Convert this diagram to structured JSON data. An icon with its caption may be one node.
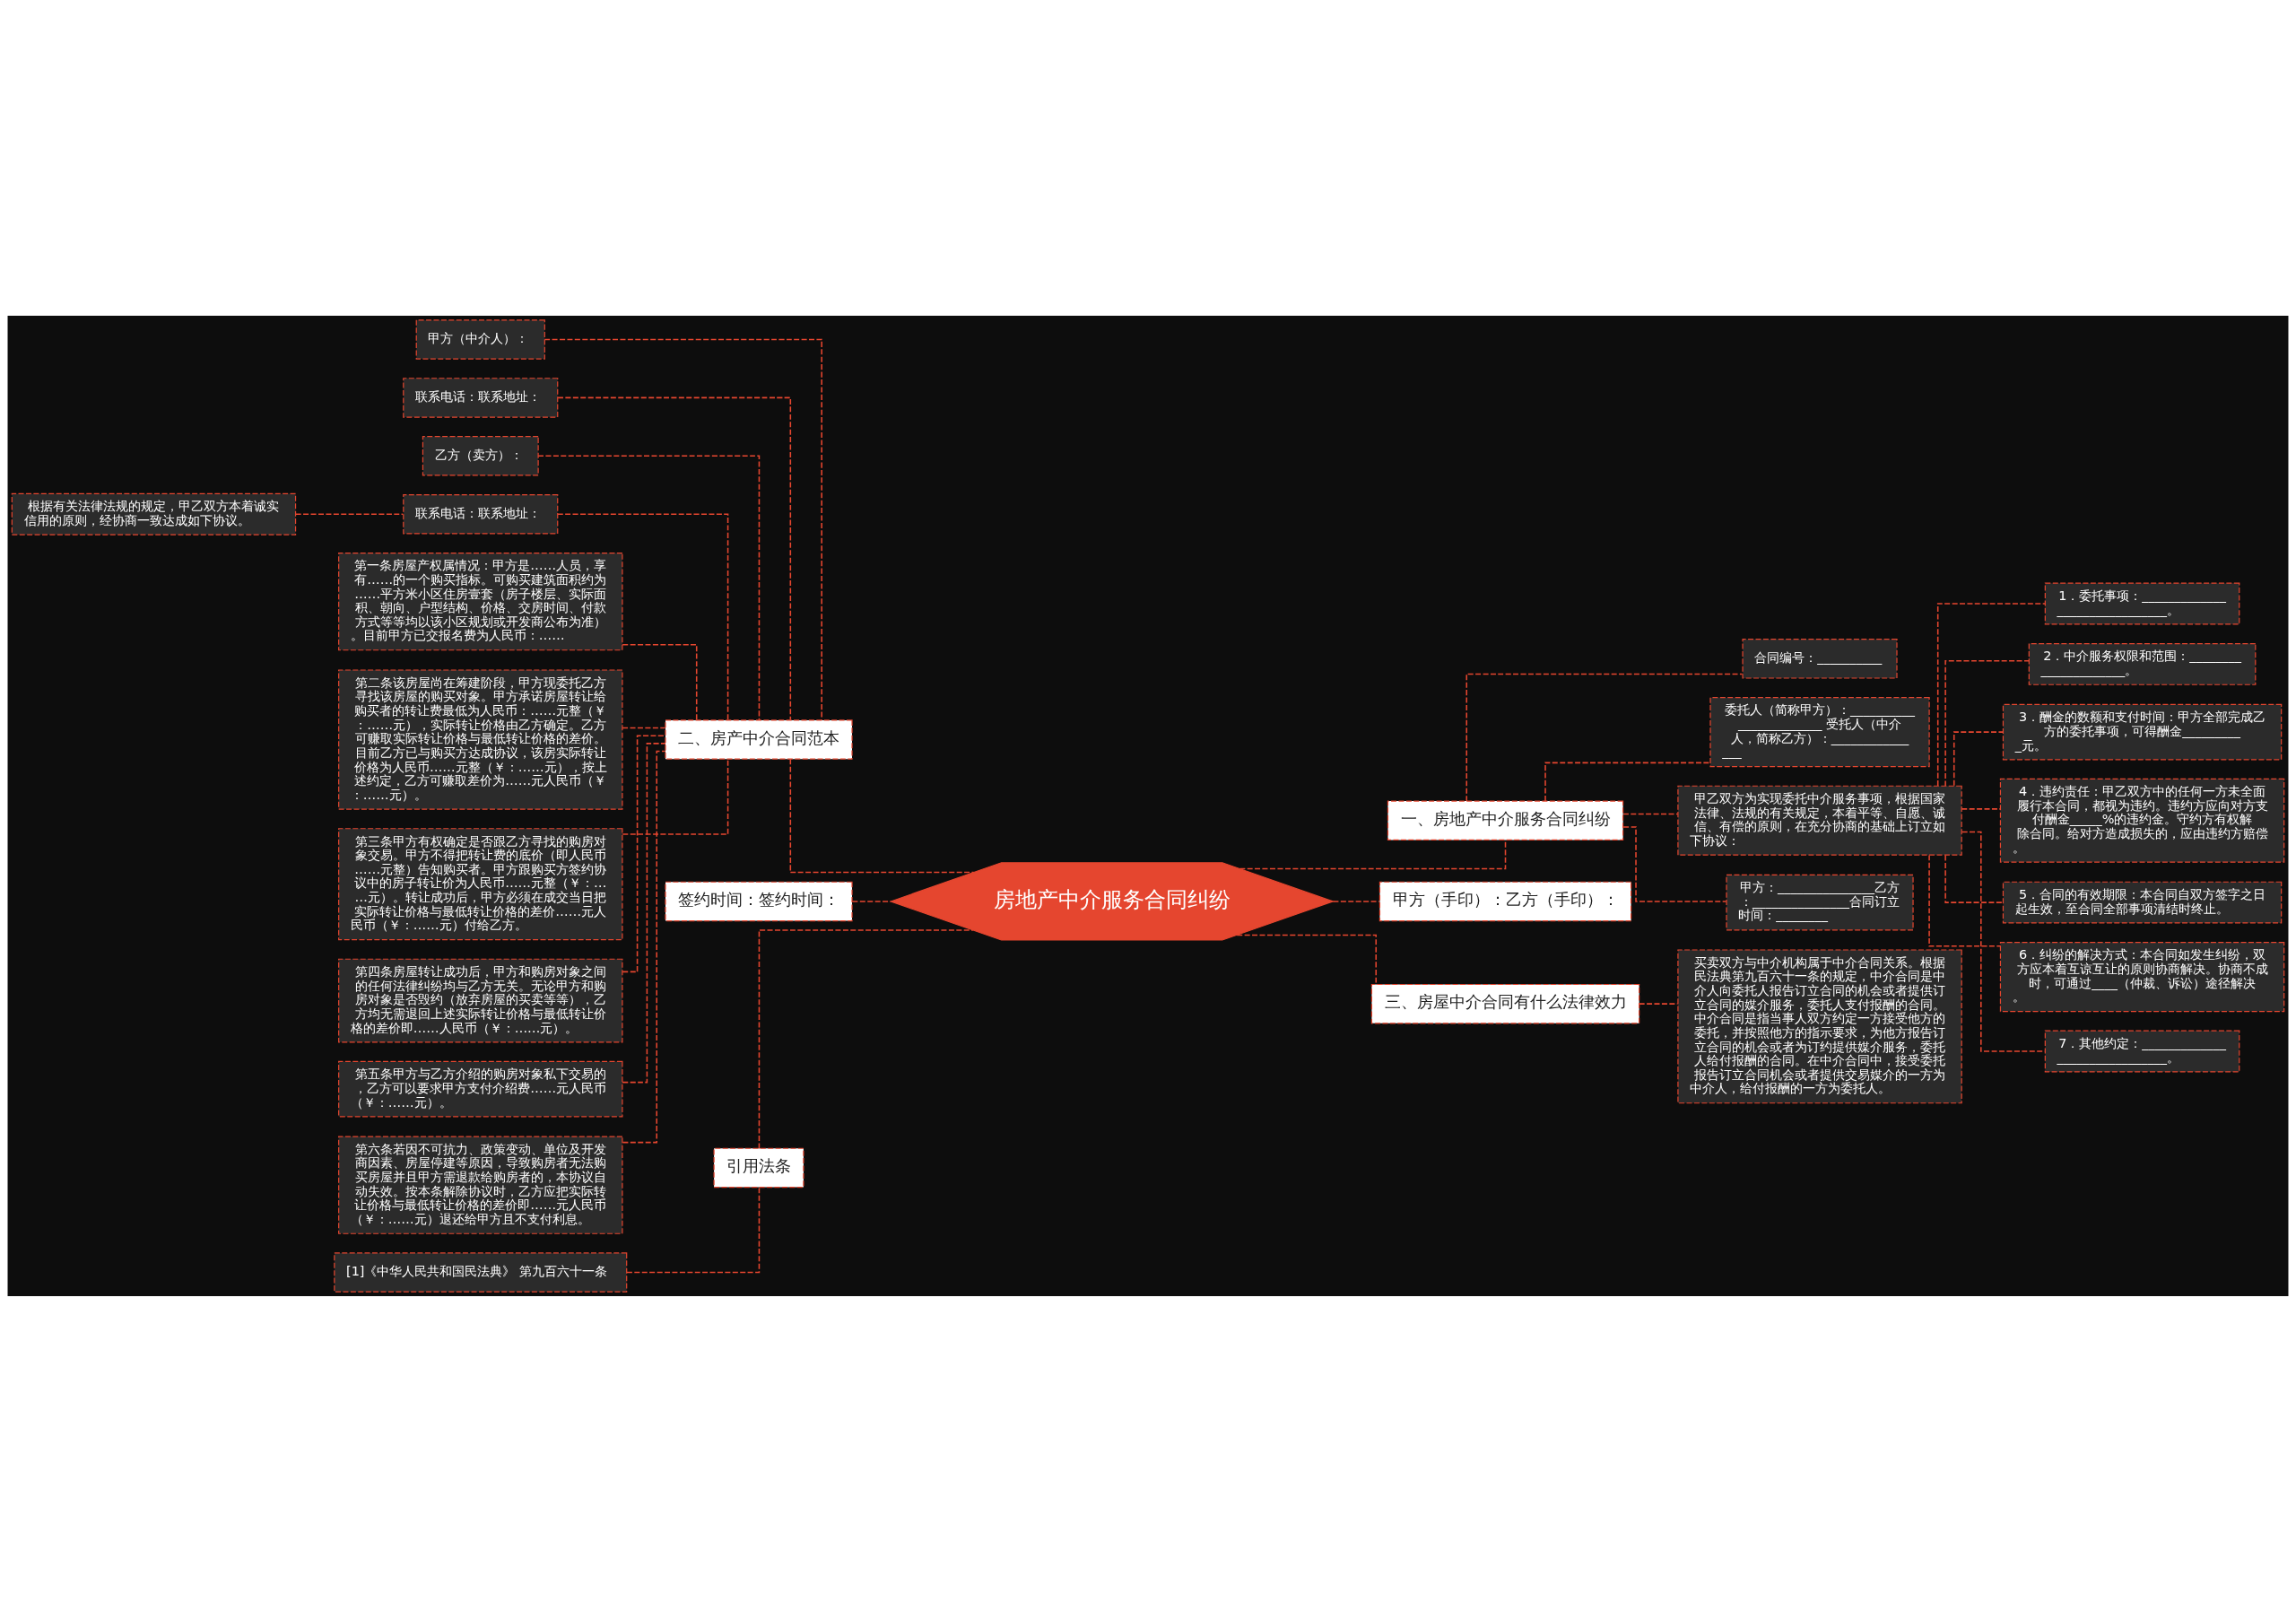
{
  "diagram": {
    "nodes": [
      {
        "text": [
          "房地产中介服务合同纠纷"
        ]
      },
      {
        "text": [
          "二、房产中介合同范本"
        ]
      },
      {
        "text": [
          "甲方（中介人）："
        ]
      },
      {
        "text": [
          "联系电话：联系地址："
        ]
      },
      {
        "text": [
          "乙方（卖方）："
        ]
      },
      {
        "text": [
          "联系电话：联系地址："
        ]
      },
      {
        "text": [
          "根据有关法律法规的规定，甲乙双方本着诚实信用的原则，经协商一致达成如下协议。"
        ]
      },
      {
        "text": [
          "第一条房屋产权属情况：甲方是……人员，享有……的一个购买指标。可购买建筑面积约为……平方米小区住房壹套（房子楼层、实际面积、朝向、户型结构、价格、交房时间、付款方式等等均以该小区规划或开发商公布为准）。目前甲方已交报名费为人民币：……"
        ]
      },
      {
        "text": [
          "第二条该房屋尚在筹建阶段，甲方现委托乙方寻找该房屋的购买对象。甲方承诺房屋转让给购买者的转让费最低为人民币：……元整（￥：……元），实际转让价格由乙方确定。乙方可赚取实际转让价格与最低转让价格的差价。目前乙方已与购买方达成协议，该房实际转让价格为人民币……元整（￥：……元），按上述约定，乙方可赚取差价为……元人民币（￥：……元）。"
        ]
      },
      {
        "text": [
          "第三条甲方有权确定是否跟乙方寻找的购房对象交易。甲方不得把转让费的底价（即人民币……元整）告知购买者。甲方跟购买方签约协议中的房子转让价为人民币……元整（￥：……元）。转让成功后，甲方必须在成交当日把实际转让价格与最低转让价格的差价……元人民币（￥：……元）付给乙方。"
        ]
      },
      {
        "text": [
          "第四条房屋转让成功后，甲方和购房对象之间的任何法律纠纷均与乙方无关。无论甲方和购房对象是否毁约（放弃房屋的买卖等等），乙方均无需退回上述实际转让价格与最低转让价格的差价即……人民币（￥：……元）。"
        ]
      },
      {
        "text": [
          "第五条甲方与乙方介绍的购房对象私下交易的，乙方可以要求甲方支付介绍费……元人民币（￥：……元）。"
        ]
      },
      {
        "text": [
          "第六条若因不可抗力、政策变动、单位及开发商因素、房屋停建等原因，导致购房者无法购买房屋并且甲方需退款给购房者的，本协议自动失效。按本条解除协议时，乙方应把实际转让价格与最低转让价格的差价即……元人民币（￥：……元）退还给甲方且不支付利息。"
        ]
      },
      {
        "text": [
          "签约时间：签约时间："
        ]
      },
      {
        "text": [
          "引用法条"
        ]
      },
      {
        "text": [
          "[1]《中华人民共和国民法典》 第九百六十一条"
        ]
      },
      {
        "text": [
          "一、房地产中介服务合同纠纷"
        ]
      },
      {
        "text": [
          "合同编号：__________"
        ]
      },
      {
        "text": [
          "委托人（简称甲方）：_______________________ 受托人（中介人，简称乙方）：_______________"
        ]
      },
      {
        "text": [
          "甲乙双方为实现委托中介服务事项，根据国家法律、法规的有关规定，本着平等、自愿、诚信、有偿的原则，在充分协商的基础上订立如下协议："
        ]
      },
      {
        "text": [
          "1．委托事项：______________________________。"
        ]
      },
      {
        "text": [
          "2．中介服务权限和范围：_____________________。"
        ]
      },
      {
        "text": [
          "3．酬金的数额和支付时间：甲方全部完成乙方的委托事项，可得酬金__________元。"
        ]
      },
      {
        "text": [
          "4．违约责任：甲乙双方中的任何一方未全面履行本合同，都视为违约。违约方应向对方支付酬金_____%的违约金。守约方有权解除合同。给对方造成损失的，应由违约方赔偿。"
        ]
      },
      {
        "text": [
          "5．合同的有效期限：本合同自双方签字之日起生效，至合同全部事项清结时终止。"
        ]
      },
      {
        "text": [
          "6．纠纷的解决方式：本合同如发生纠纷，双方应本着互谅互让的原则协商解决。协商不成时，可通过____（仲裁、诉讼）途径解决。"
        ]
      },
      {
        "text": [
          "7．其他约定：______________________________。"
        ]
      },
      {
        "text": [
          "甲方：_______________乙方：_______________合同订立时间：________"
        ]
      },
      {
        "text": [
          "甲方（手印）：乙方（手印）："
        ]
      },
      {
        "text": [
          "三、房屋中介合同有什么法律效力"
        ]
      },
      {
        "text": [
          "买卖双方与中介机构属于中介合同关系。根据民法典第九百六十一条的规定，中介合同是中介人向委托人报告订立合同的机会或者提供订立合同的媒介服务，委托人支付报酬的合同。中介合同是指当事人双方约定一方接受他方的委托，并按照他方的指示要求，为他方报告订立合同的机会或者为订约提供媒介服务，委托人给付报酬的合同。在中介合同中，接受委托报告订立合同机会或者提供交易媒介的一方为中介人，给付报酬的一方为委托人。"
        ]
      }
    ],
    "edges": [
      {
        "from": 1,
        "to": 0,
        "arrow": "none"
      },
      {
        "from": 2,
        "to": 1,
        "arrow": "none"
      },
      {
        "from": 3,
        "to": 1,
        "arrow": "none"
      },
      {
        "from": 4,
        "to": 1,
        "arrow": "none"
      },
      {
        "from": 5,
        "to": 1,
        "arrow": "none"
      },
      {
        "from": 6,
        "to": 5,
        "arrow": "none"
      },
      {
        "from": 7,
        "to": 1,
        "arrow": "none"
      },
      {
        "from": 8,
        "to": 1,
        "arrow": "none"
      },
      {
        "from": 9,
        "to": 1,
        "arrow": "none"
      },
      {
        "from": 10,
        "to": 1,
        "arrow": "none"
      },
      {
        "from": 11,
        "to": 1,
        "arrow": "none"
      },
      {
        "from": 12,
        "to": 1,
        "arrow": "none"
      },
      {
        "from": 13,
        "to": 0,
        "arrow": "none"
      },
      {
        "from": 14,
        "to": 0,
        "arrow": "none"
      },
      {
        "from": 15,
        "to": 14,
        "arrow": "none"
      },
      {
        "from": 0,
        "to": 16,
        "arrow": "none"
      },
      {
        "from": 16,
        "to": 17,
        "arrow": "none"
      },
      {
        "from": 16,
        "to": 18,
        "arrow": "none"
      },
      {
        "from": 16,
        "to": 19,
        "arrow": "none"
      },
      {
        "from": 19,
        "to": 20,
        "arrow": "none"
      },
      {
        "from": 19,
        "to": 21,
        "arrow": "none"
      },
      {
        "from": 19,
        "to": 22,
        "arrow": "none"
      },
      {
        "from": 19,
        "to": 23,
        "arrow": "none"
      },
      {
        "from": 19,
        "to": 24,
        "arrow": "none"
      },
      {
        "from": 19,
        "to": 25,
        "arrow": "none"
      },
      {
        "from": 19,
        "to": 26,
        "arrow": "none"
      },
      {
        "from": 16,
        "to": 27,
        "arrow": "none"
      },
      {
        "from": 0,
        "to": 28,
        "arrow": "none"
      },
      {
        "from": 0,
        "to": 29,
        "arrow": "none"
      },
      {
        "from": 29,
        "to": 30,
        "arrow": "none"
      }
    ]
  }
}
